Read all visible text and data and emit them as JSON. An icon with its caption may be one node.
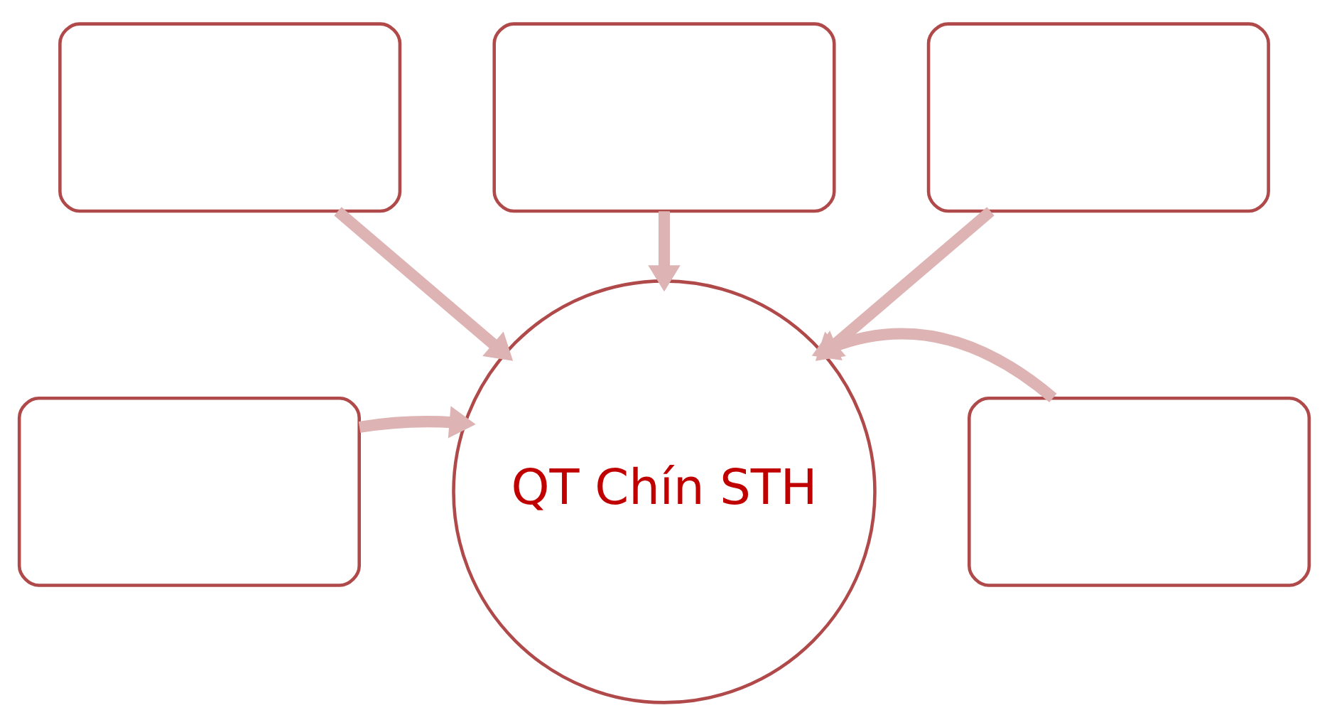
{
  "diagram": {
    "nodes": [
      {
        "text": [],
        "shape": "box"
      },
      {
        "text": [],
        "shape": "box"
      },
      {
        "text": [],
        "shape": "box"
      },
      {
        "text": [
          "QT Chín STH"
        ]
      },
      {
        "text": [],
        "shape": "box"
      },
      {
        "text": [],
        "shape": "box"
      }
    ],
    "edges": [
      {
        "from": 1,
        "to": 3,
        "arrow": "to"
      },
      {
        "from": 0,
        "to": 3,
        "arrow": "to"
      },
      {
        "from": 2,
        "to": 3,
        "arrow": "to"
      },
      {
        "from": 4,
        "to": 3,
        "arrow": "to"
      },
      {
        "from": 5,
        "to": 3,
        "arrow": "to"
      }
    ]
  }
}
